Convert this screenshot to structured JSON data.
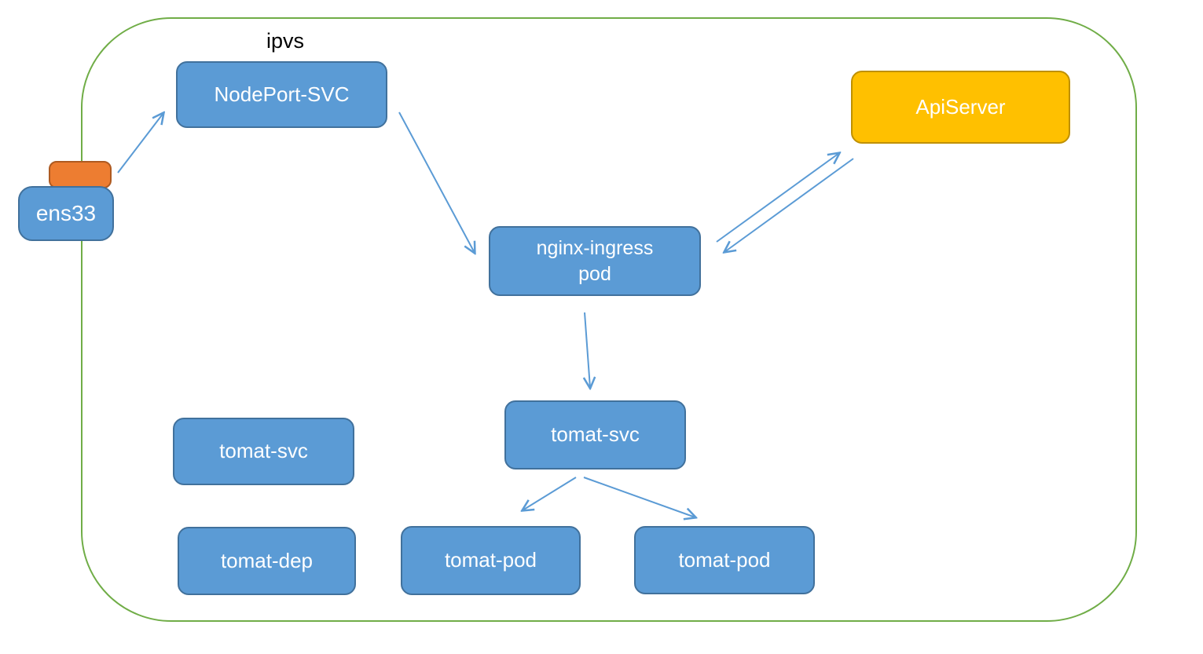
{
  "diagram": {
    "cluster_label": "ipvs",
    "nodes": {
      "nodeport_svc": {
        "label": "NodePort-SVC"
      },
      "apiserver": {
        "label": "ApiServer"
      },
      "ens33": {
        "label": "ens33"
      },
      "nginx_ingress_pod": {
        "label": "nginx-ingress\npod"
      },
      "tomat_svc_left": {
        "label": "tomat-svc"
      },
      "tomat_svc_center": {
        "label": "tomat-svc"
      },
      "tomat_dep": {
        "label": "tomat-dep"
      },
      "tomat_pod_left": {
        "label": "tomat-pod"
      },
      "tomat_pod_right": {
        "label": "tomat-pod"
      }
    },
    "edges": [
      {
        "from": "ens33",
        "to": "nodeport_svc",
        "direction": "one-way"
      },
      {
        "from": "nodeport_svc",
        "to": "nginx_ingress_pod",
        "direction": "one-way"
      },
      {
        "from": "nginx_ingress_pod",
        "to": "apiserver",
        "direction": "one-way"
      },
      {
        "from": "apiserver",
        "to": "nginx_ingress_pod",
        "direction": "one-way"
      },
      {
        "from": "nginx_ingress_pod",
        "to": "tomat_svc_center",
        "direction": "one-way"
      },
      {
        "from": "tomat_svc_center",
        "to": "tomat_pod_left",
        "direction": "one-way"
      },
      {
        "from": "tomat_svc_center",
        "to": "tomat_pod_right",
        "direction": "one-way"
      }
    ],
    "colors": {
      "node_fill_blue": "#5B9BD5",
      "node_border_blue": "#41719C",
      "nic_fill_orange": "#ED7D31",
      "nic_border_orange": "#AE5A21",
      "apiserver_fill_gold": "#FFC000",
      "apiserver_border_gold": "#BF9000",
      "cluster_border_green": "#70AD47",
      "arrow_blue": "#5B9BD5",
      "node_text": "#FFFFFF",
      "cluster_label_text": "#000000"
    }
  }
}
